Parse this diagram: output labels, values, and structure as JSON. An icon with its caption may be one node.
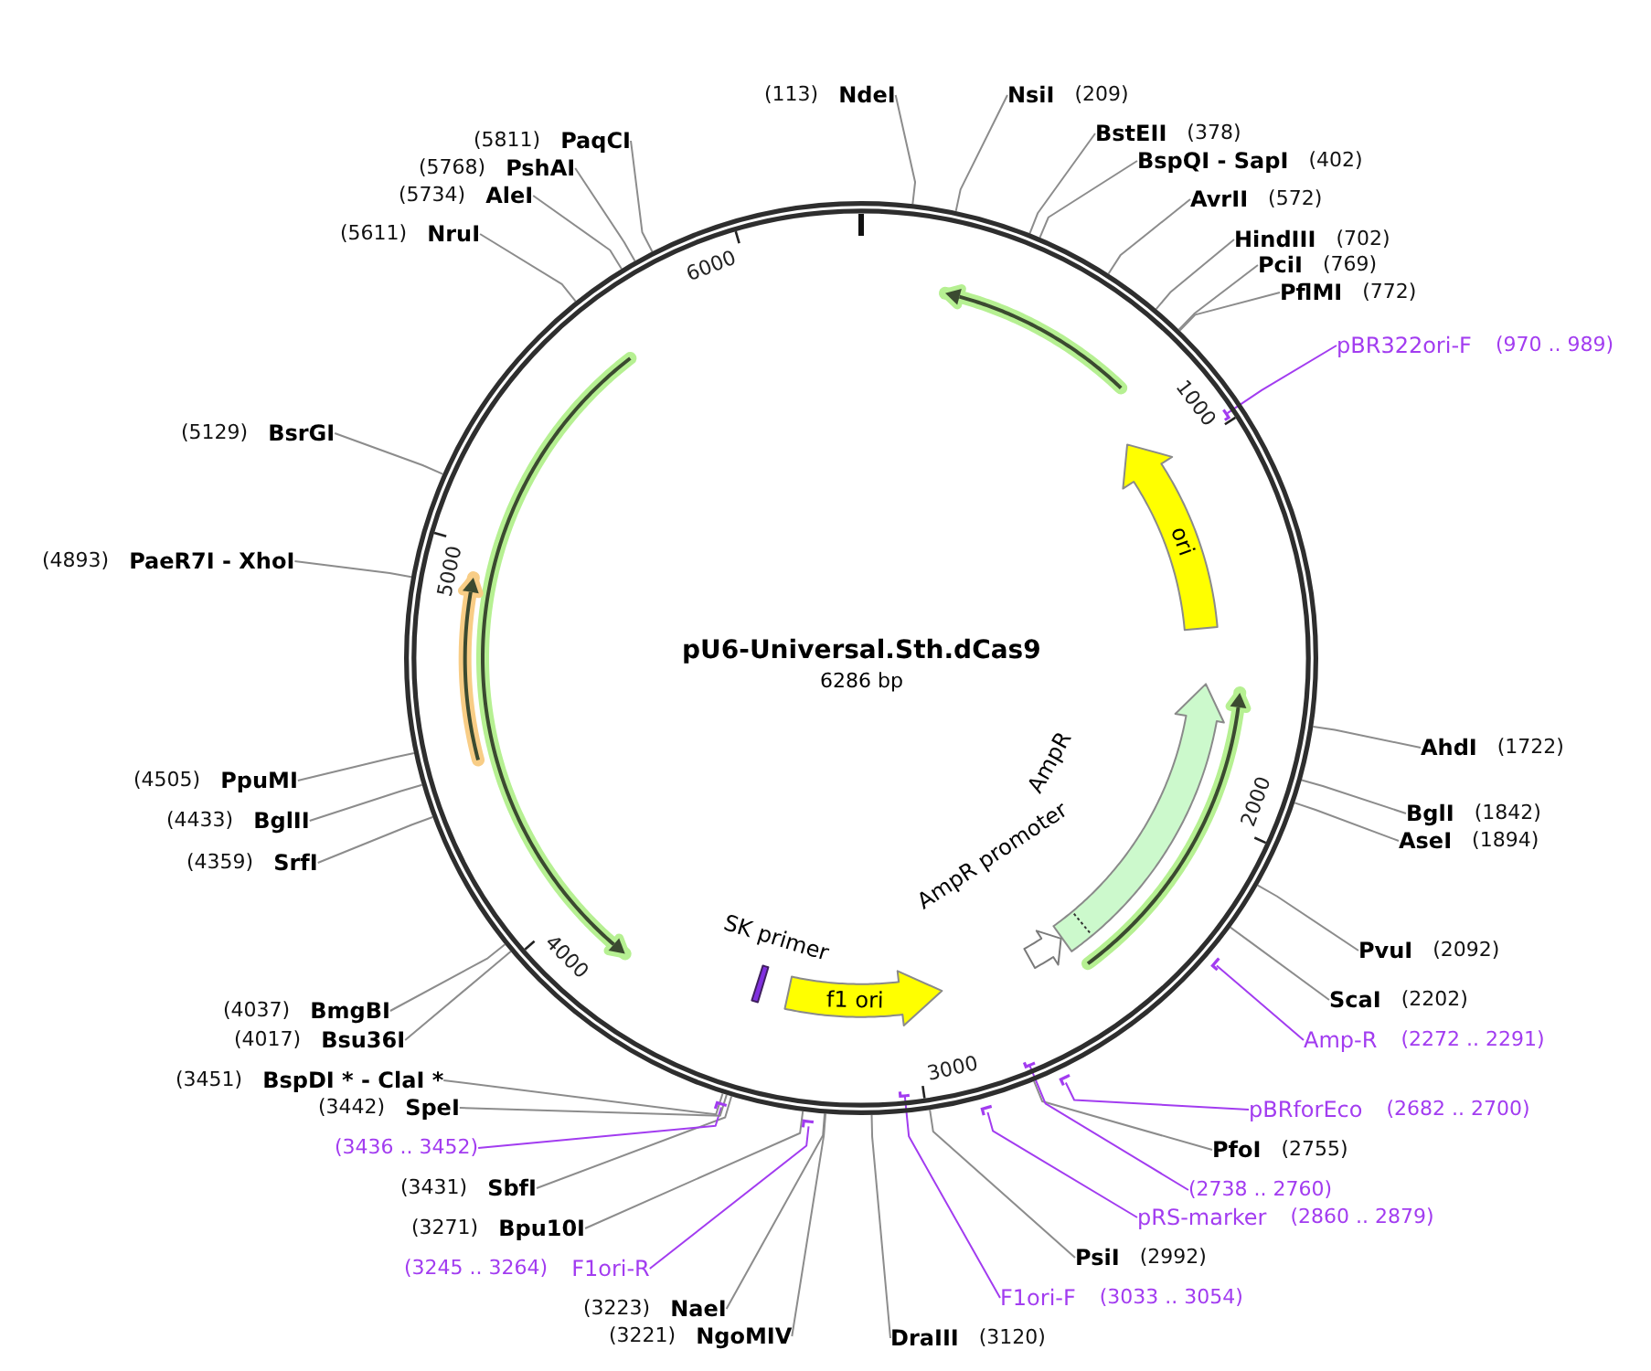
{
  "diagram": {
    "nodes": [
      {
        "text": [
          "pU6-Universal.Sth.dCas9",
          "6286 bp"
        ]
      },
      {
        "text": [],
        "shape": "arrow",
        "in": 0
      },
      {
        "text": [
          "ori"
        ],
        "in": 0
      },
      {
        "text": [],
        "shape": "arrow",
        "in": 0
      },
      {
        "text": [
          "AmpR"
        ],
        "in": 0
      },
      {
        "text": [
          "AmpR promoter"
        ],
        "in": 0
      },
      {
        "text": [
          "f1 ori"
        ],
        "in": 0
      },
      {
        "text": [
          "SK primer"
        ],
        "in": 0
      },
      {
        "text": [],
        "shape": "arrow",
        "in": 0
      },
      {
        "text": [],
        "shape": "arrow",
        "in": 0
      },
      {
        "text": [
          "NdeI"
        ],
        "beside": [
          "(113)"
        ]
      },
      {
        "text": [
          "NsiI"
        ],
        "beside": [
          "(209)"
        ]
      },
      {
        "text": [
          "BstEII"
        ],
        "beside": [
          "(378)"
        ]
      },
      {
        "text": [
          "BspQI - SapI"
        ],
        "beside": [
          "(402)"
        ]
      },
      {
        "text": [
          "AvrII"
        ],
        "beside": [
          "(572)"
        ]
      },
      {
        "text": [
          "HindIII"
        ],
        "beside": [
          "(702)"
        ]
      },
      {
        "text": [
          "PciI"
        ],
        "beside": [
          "(769)"
        ]
      },
      {
        "text": [
          "PflMI"
        ],
        "beside": [
          "(772)"
        ]
      },
      {
        "text": [
          "pBR322ori-F"
        ],
        "beside": [
          "(970 .. 989)"
        ]
      },
      {
        "text": [
          "AhdI"
        ],
        "beside": [
          "(1722)"
        ]
      },
      {
        "text": [
          "BglI"
        ],
        "beside": [
          "(1842)"
        ]
      },
      {
        "text": [
          "AseI"
        ],
        "beside": [
          "(1894)"
        ]
      },
      {
        "text": [
          "PvuI"
        ],
        "beside": [
          "(2092)"
        ]
      },
      {
        "text": [
          "ScaI"
        ],
        "beside": [
          "(2202)"
        ]
      },
      {
        "text": [
          "Amp-R"
        ],
        "beside": [
          "(2272 .. 2291)"
        ]
      },
      {
        "text": [
          "pBRforEco"
        ],
        "beside": [
          "(2682 .. 2700)"
        ]
      },
      {
        "text": [
          "PfoI"
        ],
        "beside": [
          "(2755)"
        ]
      },
      {
        "text": [
          "(2738 .. 2760)"
        ]
      },
      {
        "text": [
          "pRS-marker"
        ],
        "beside": [
          "(2860 .. 2879)"
        ]
      },
      {
        "text": [
          "PsiI"
        ],
        "beside": [
          "(2992)"
        ]
      },
      {
        "text": [
          "F1ori-F"
        ],
        "beside": [
          "(3033 .. 3054)"
        ]
      },
      {
        "text": [
          "DraIII"
        ],
        "beside": [
          "(3120)"
        ]
      },
      {
        "text": [
          "NgoMIV"
        ],
        "beside": [
          "(3221)"
        ]
      },
      {
        "text": [
          "NaeI"
        ],
        "beside": [
          "(3223)"
        ]
      },
      {
        "text": [
          "F1ori-R"
        ],
        "beside": [
          "(3245 .. 3264)"
        ]
      },
      {
        "text": [
          "Bpu10I"
        ],
        "beside": [
          "(3271)"
        ]
      },
      {
        "text": [
          "SbfI"
        ],
        "beside": [
          "(3431)"
        ]
      },
      {
        "text": [
          "(3436 .. 3452)"
        ]
      },
      {
        "text": [
          "SpeI"
        ],
        "beside": [
          "(3442)"
        ]
      },
      {
        "text": [
          "BspDI * - ClaI *"
        ],
        "beside": [
          "(3451)"
        ]
      },
      {
        "text": [
          "Bsu36I"
        ],
        "beside": [
          "(4017)"
        ]
      },
      {
        "text": [
          "BmgBI"
        ],
        "beside": [
          "(4037)"
        ]
      },
      {
        "text": [
          "SrfI"
        ],
        "beside": [
          "(4359)"
        ]
      },
      {
        "text": [
          "BglII"
        ],
        "beside": [
          "(4433)"
        ]
      },
      {
        "text": [
          "PpuMI"
        ],
        "beside": [
          "(4505)"
        ]
      },
      {
        "text": [
          "PaeR7I - XhoI"
        ],
        "beside": [
          "(4893)"
        ]
      },
      {
        "text": [
          "BsrGI"
        ],
        "beside": [
          "(5129)"
        ]
      },
      {
        "text": [
          "NruI"
        ],
        "beside": [
          "(5611)"
        ]
      },
      {
        "text": [
          "AleI"
        ],
        "beside": [
          "(5734)"
        ]
      },
      {
        "text": [
          "PshAI"
        ],
        "beside": [
          "(5768)"
        ]
      },
      {
        "text": [
          "PaqCI"
        ],
        "beside": [
          "(5811)"
        ]
      },
      {
        "text": [],
        "shape": "bar",
        "in": 0
      },
      {
        "text": [],
        "shape": "bar"
      },
      {
        "text": [],
        "shape": "bar"
      },
      {
        "text": [],
        "shape": "bar",
        "in": 0
      },
      {
        "text": [],
        "shape": "bar"
      },
      {
        "text": [],
        "shape": "bar",
        "in": 0
      },
      {
        "text": [],
        "shape": "bar"
      },
      {
        "text": [],
        "shape": "bar"
      }
    ],
    "edges": [
      {
        "from": 10,
        "to": 0,
        "arrow": "none"
      },
      {
        "from": 11,
        "to": 0,
        "arrow": "none"
      },
      {
        "from": 12,
        "to": 0,
        "arrow": "none"
      },
      {
        "from": 13,
        "to": 0,
        "arrow": "none"
      },
      {
        "from": 14,
        "to": 0,
        "arrow": "none"
      },
      {
        "from": 15,
        "to": 0,
        "arrow": "none"
      },
      {
        "from": 16,
        "to": 0,
        "arrow": "none"
      },
      {
        "from": 17,
        "to": 0,
        "arrow": "none"
      },
      {
        "from": 18,
        "to": 51,
        "arrow": "none",
        "color": "#a23cf0"
      },
      {
        "from": 19,
        "to": 0,
        "arrow": "none"
      },
      {
        "from": 20,
        "to": 0,
        "arrow": "none"
      },
      {
        "from": 21,
        "to": 0,
        "arrow": "none"
      },
      {
        "from": 22,
        "to": 0,
        "arrow": "none"
      },
      {
        "from": 23,
        "to": 0,
        "arrow": "none"
      },
      {
        "from": 24,
        "to": 52,
        "arrow": "none",
        "color": "#a23cf0"
      },
      {
        "from": 25,
        "to": 53,
        "arrow": "none",
        "color": "#a23cf0"
      },
      {
        "from": 26,
        "to": 0,
        "arrow": "none"
      },
      {
        "from": 27,
        "to": 54,
        "arrow": "none",
        "color": "#a23cf0"
      },
      {
        "from": 28,
        "to": 55,
        "arrow": "none",
        "color": "#a23cf0"
      },
      {
        "from": 29,
        "to": 0,
        "arrow": "none"
      },
      {
        "from": 30,
        "to": 56,
        "arrow": "none",
        "color": "#a23cf0"
      },
      {
        "from": 31,
        "to": 0,
        "arrow": "none"
      },
      {
        "from": 32,
        "to": 0,
        "arrow": "none"
      },
      {
        "from": 33,
        "to": 0,
        "arrow": "none"
      },
      {
        "from": 34,
        "to": 57,
        "arrow": "none",
        "color": "#a23cf0"
      },
      {
        "from": 35,
        "to": 0,
        "arrow": "none"
      },
      {
        "from": 36,
        "to": 0,
        "arrow": "none"
      },
      {
        "from": 37,
        "to": 58,
        "arrow": "none",
        "color": "#a23cf0"
      },
      {
        "from": 38,
        "to": 0,
        "arrow": "none"
      },
      {
        "from": 39,
        "to": 0,
        "arrow": "none"
      },
      {
        "from": 40,
        "to": 0,
        "arrow": "none"
      },
      {
        "from": 41,
        "to": 0,
        "arrow": "none"
      },
      {
        "from": 42,
        "to": 0,
        "arrow": "none"
      },
      {
        "from": 43,
        "to": 0,
        "arrow": "none"
      },
      {
        "from": 44,
        "to": 0,
        "arrow": "none"
      },
      {
        "from": 45,
        "to": 0,
        "arrow": "none"
      },
      {
        "from": 46,
        "to": 0,
        "arrow": "none"
      },
      {
        "from": 47,
        "to": 0,
        "arrow": "none"
      },
      {
        "from": 48,
        "to": 0,
        "arrow": "none"
      },
      {
        "from": 49,
        "to": 0,
        "arrow": "none"
      },
      {
        "from": 50,
        "to": 0,
        "arrow": "none"
      }
    ],
    "labels": [
      "1000",
      "2000",
      "3000",
      "4000",
      "5000",
      "6000"
    ]
  }
}
